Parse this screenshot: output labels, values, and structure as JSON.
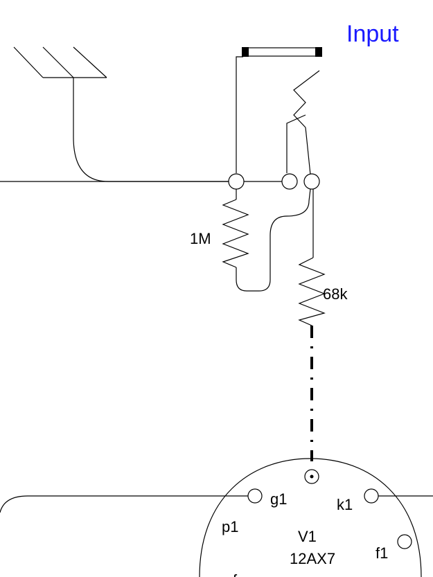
{
  "title": {
    "text": "Input",
    "color": "#1a1aff"
  },
  "components": {
    "r1": {
      "value": "1M"
    },
    "r2": {
      "value": "68k"
    },
    "tube": {
      "ref": "V1",
      "type": "12AX7"
    }
  },
  "pins": {
    "g1": "g1",
    "k1": "k1",
    "p1": "p1",
    "f1": "f1",
    "f_partial": "f"
  }
}
